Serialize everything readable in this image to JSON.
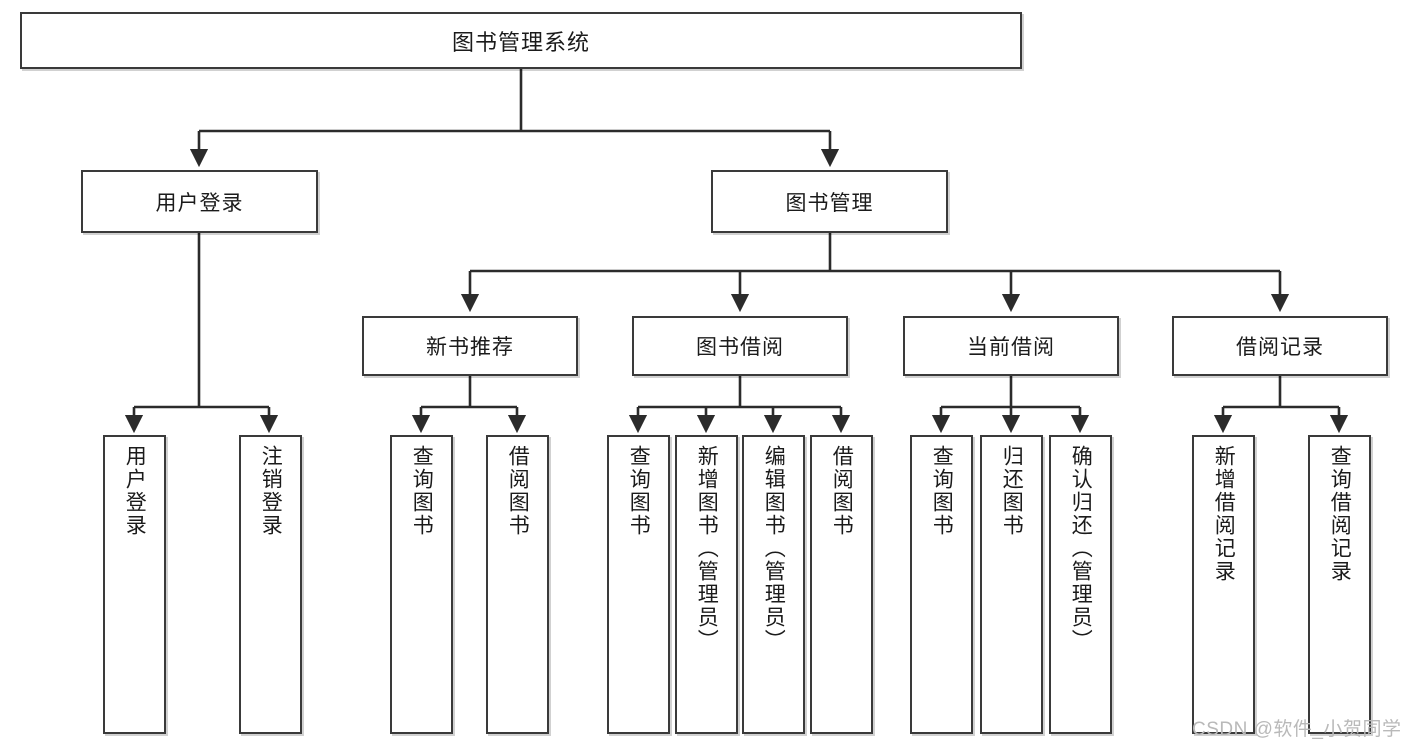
{
  "diagram": {
    "title": "图书管理系统",
    "type": "tree-hierarchy-diagram",
    "colors": {
      "box_border": "#3a3a3a",
      "box_fill": "#ffffff",
      "connector": "#2b2b2b",
      "watermark": "#b9b9b9",
      "background": "#ffffff"
    },
    "root": {
      "label": "图书管理系统"
    },
    "level2": [
      {
        "label": "用户登录"
      },
      {
        "label": "图书管理"
      }
    ],
    "level3": [
      {
        "label": "新书推荐"
      },
      {
        "label": "图书借阅"
      },
      {
        "label": "当前借阅"
      },
      {
        "label": "借阅记录"
      }
    ],
    "leaves": [
      {
        "label": "用户登录",
        "parent": "用户登录"
      },
      {
        "label": "注销登录",
        "parent": "用户登录"
      },
      {
        "label": "查询图书",
        "parent": "新书推荐"
      },
      {
        "label": "借阅图书",
        "parent": "新书推荐"
      },
      {
        "label": "查询图书",
        "parent": "图书借阅"
      },
      {
        "label": "新增图书（管理员）",
        "parent": "图书借阅"
      },
      {
        "label": "编辑图书（管理员）",
        "parent": "图书借阅"
      },
      {
        "label": "借阅图书",
        "parent": "图书借阅"
      },
      {
        "label": "查询图书",
        "parent": "当前借阅"
      },
      {
        "label": "归还图书",
        "parent": "当前借阅"
      },
      {
        "label": "确认归还（管理员）",
        "parent": "当前借阅"
      },
      {
        "label": "新增借阅记录",
        "parent": "借阅记录"
      },
      {
        "label": "查询借阅记录",
        "parent": "借阅记录"
      }
    ],
    "watermark": "CSDN @软件_小贺同学"
  }
}
